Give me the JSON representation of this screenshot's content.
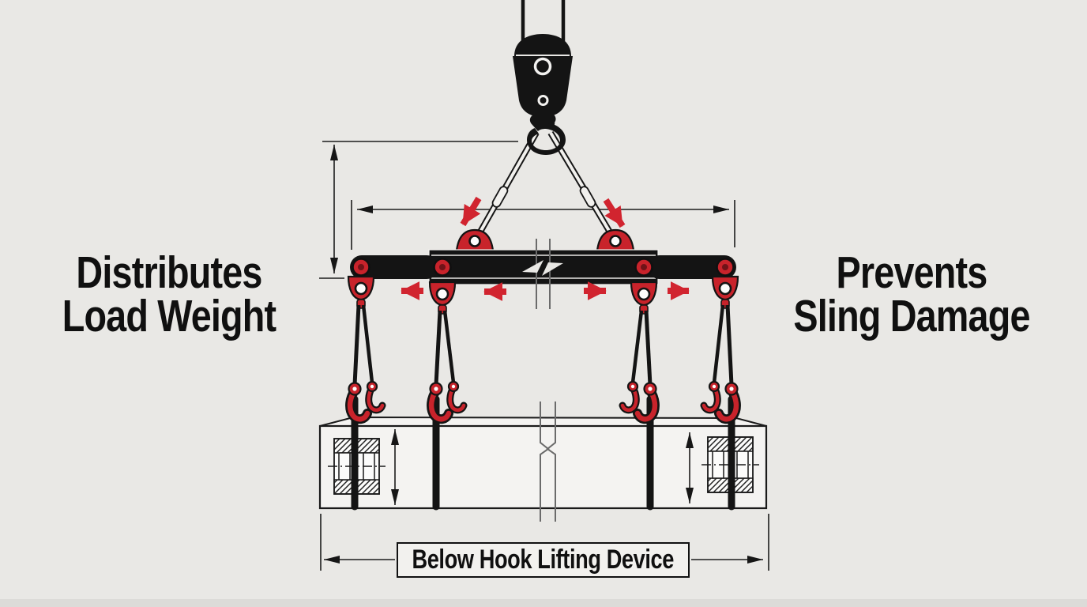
{
  "labels": {
    "left": {
      "line1": "Distributes",
      "line2": "Load Weight"
    },
    "right": {
      "line1": "Prevents",
      "line2": "Sling Damage"
    },
    "caption": "Below Hook Lifting Device"
  },
  "colors": {
    "background": "#e9e8e5",
    "ink": "#141414",
    "fitting_red": "#c8232b",
    "arrow_red": "#d1242f",
    "load_fill": "#f4f3f1",
    "dimension_line": "#1c1c1c",
    "break_line": "#6b6b6b",
    "bottom_strip": "#dcdbd8"
  },
  "icons": {
    "pulley_block": "pulley-block-icon",
    "crane_hook": "crane-hook-icon",
    "sling_hook": "sling-hook-icon",
    "spreader_beam": "spreader-beam",
    "load_beam": "load-beam"
  },
  "diagram": {
    "type": "rigging-illustration",
    "parts": [
      "crane cables",
      "pulley block",
      "crane hook",
      "two wire-rope slings with ferrules",
      "telescoping spreader beam with red pins and lifting lugs",
      "break symbols (beam and load)",
      "red force arrows (inward at top lugs, outward along beam)",
      "four two-leg sling drops with red hooks",
      "vertical basket slings around load",
      "long load beam with embedded anchor cross-sections (hatched)",
      "dimension lines: hook-to-beam height, beam span, load depth (x2), overall load length"
    ]
  }
}
